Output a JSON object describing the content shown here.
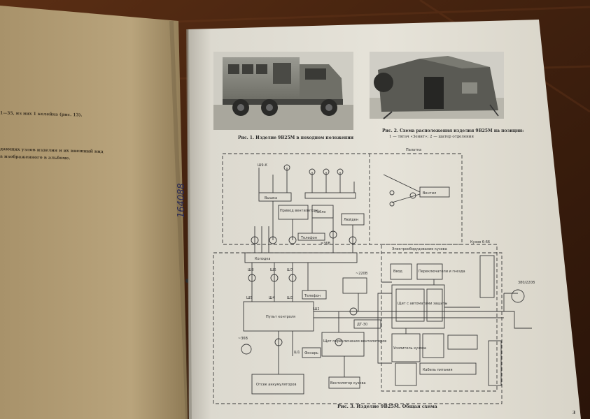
{
  "left_page": {
    "line1": "1—35, из них 1 колейка (рис. 13).",
    "line2": "дающих узлов изделия и их внешний вид",
    "line3": "а изображенного в альбоме."
  },
  "right_page": {
    "fig1_caption": "Рис. 1. Изделие 9В25М в походном положении",
    "fig2_caption_1": "Рис. 2. Схема расположения изделия 9В25М на позиции:",
    "fig2_caption_2": "1 — тягач «Зенит»; 2 — шатер отделения",
    "fig3_caption": "Рис. 3. Изделие 9В25М. Общая схема",
    "handwritten_number": "164088",
    "page_number": "3"
  },
  "diagram": {
    "region_top": "Палатка",
    "region_right": "Электрооборудование кузова",
    "region_right2": "Кузов 6-66",
    "power_label": "380/220В",
    "boxes": {
      "vyshka": "Вышка",
      "privod": "Привод вентилятора",
      "tablo": "Табло",
      "liuiden": "Люйден",
      "kolodka": "Колодка",
      "pult": "Пульт контроля",
      "telefon1": "Телефон",
      "telefon2": "Телефон",
      "shchit": "Щит переключения вентиляторов",
      "otsek": "Отсек аккумуляторов",
      "ventilyator": "Вентилятор кузова",
      "fonar": "Фонарь",
      "dt": "ДТ-30",
      "vystav": "Вентил",
      "elektroshchit": "Щит с автоматами защиты",
      "vvod": "Ввод",
      "usilitel": "Усилитель кузова",
      "perekl": "Переключатели и гнезда",
      "kabel": "Кабель питания"
    },
    "tags": {
      "sh1": "Ш1",
      "sh2": "Ш2",
      "sh3": "Ш3",
      "sh4": "Ш4",
      "sh5": "Ш5",
      "sh6": "Ш6",
      "sh7": "Ш7",
      "sh8": "Ш8",
      "sh9": "Ш9-К",
      "v220": "~220В",
      "v36": "~36В",
      "vm36": "=36В"
    }
  }
}
